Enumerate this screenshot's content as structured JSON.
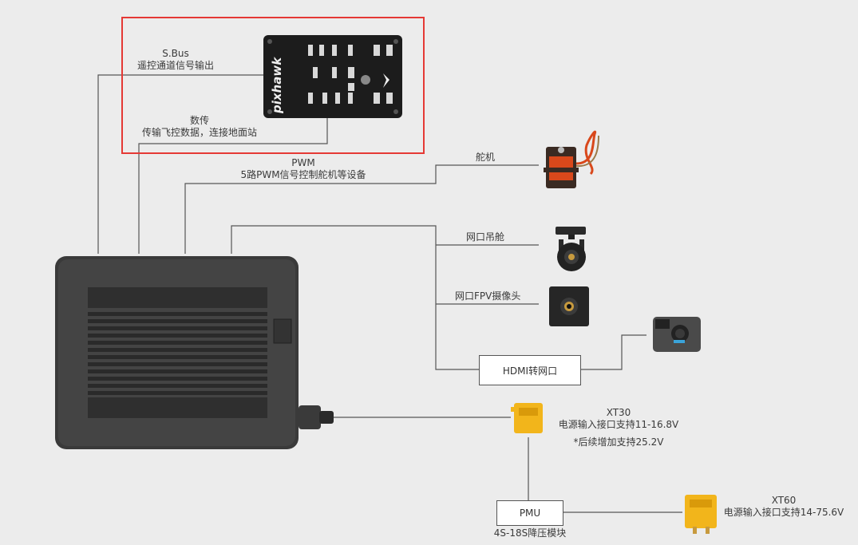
{
  "highlight_color": "#e53935",
  "flight_controller": {
    "brand": "pixhawk"
  },
  "labels": {
    "sbus_title": "S.Bus",
    "sbus_desc": "遥控通道信号输出",
    "telemetry_title": "数传",
    "telemetry_desc": "传输飞控数据，连接地面站",
    "pwm_title": "PWM",
    "pwm_desc": "5路PWM信号控制舵机等设备",
    "servo": "舵机",
    "gimbal": "网口吊舱",
    "fpv_camera": "网口FPV摄像头",
    "hdmi_box": "HDMI转网口",
    "xt30_title": "XT30",
    "xt30_desc": "电源输入接口支持11-16.8V",
    "xt30_note": "*后续增加支持25.2V",
    "pmu_box": "PMU",
    "pmu_desc": "4S-18S降压模块",
    "xt60_title": "XT60",
    "xt60_desc": "电源输入接口支持14-75.6V"
  },
  "colors": {
    "connector_yellow": "#f2b51b",
    "device_dark": "#2e2e2e",
    "servo_red": "#d9481b",
    "line": "#555555"
  }
}
